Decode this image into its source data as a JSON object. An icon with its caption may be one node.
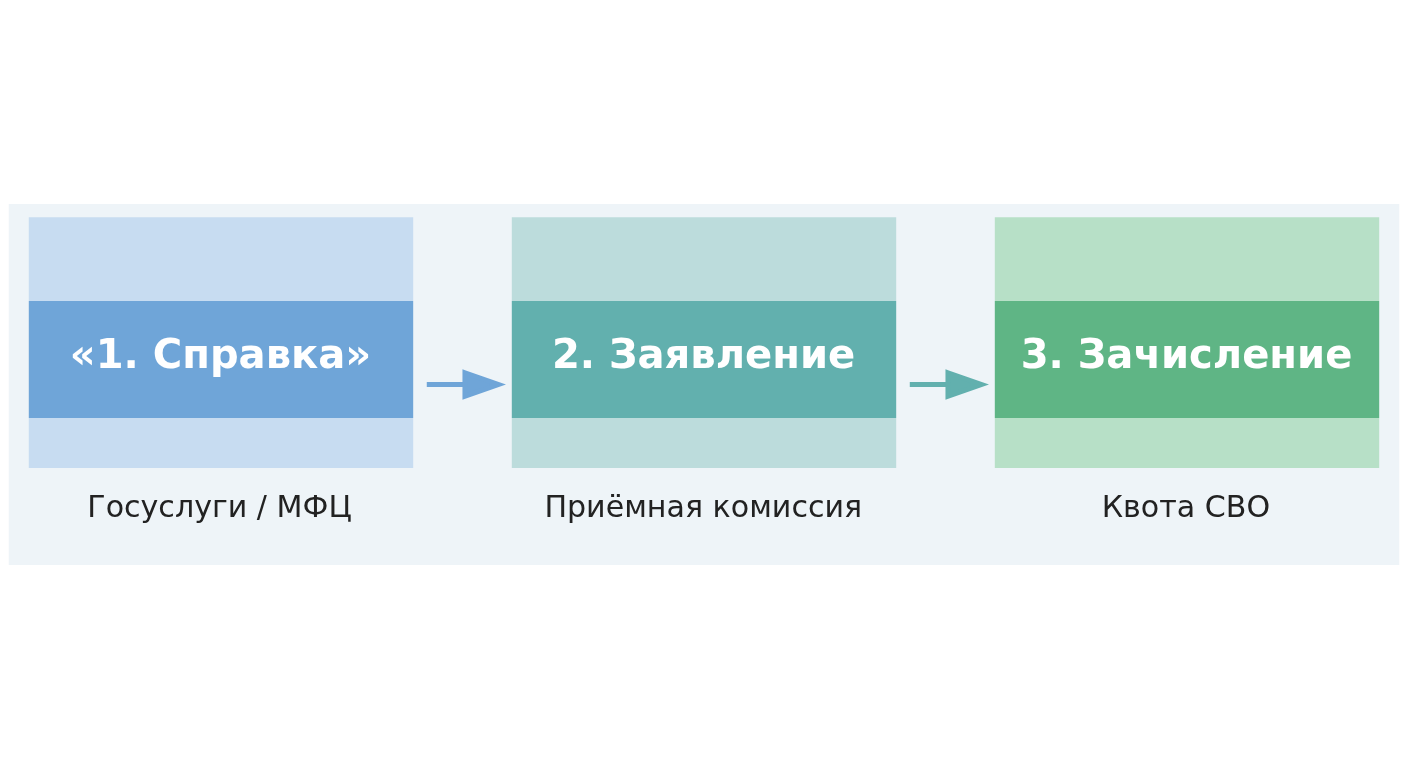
{
  "diagram": {
    "nodes": [
      {
        "text": [
          "«1. Справка»"
        ],
        "beside": [
          "Госуслуги / МФЦ"
        ]
      },
      {
        "text": [
          "2. Заявление"
        ],
        "beside": [
          "Приёмная комиссия"
        ]
      },
      {
        "text": [
          "3. Зачисление"
        ],
        "beside": [
          "Квота СВО"
        ]
      }
    ],
    "edges": [
      {
        "from": 0,
        "to": 1,
        "arrow": "to"
      },
      {
        "from": 1,
        "to": 2,
        "arrow": "to"
      }
    ]
  }
}
